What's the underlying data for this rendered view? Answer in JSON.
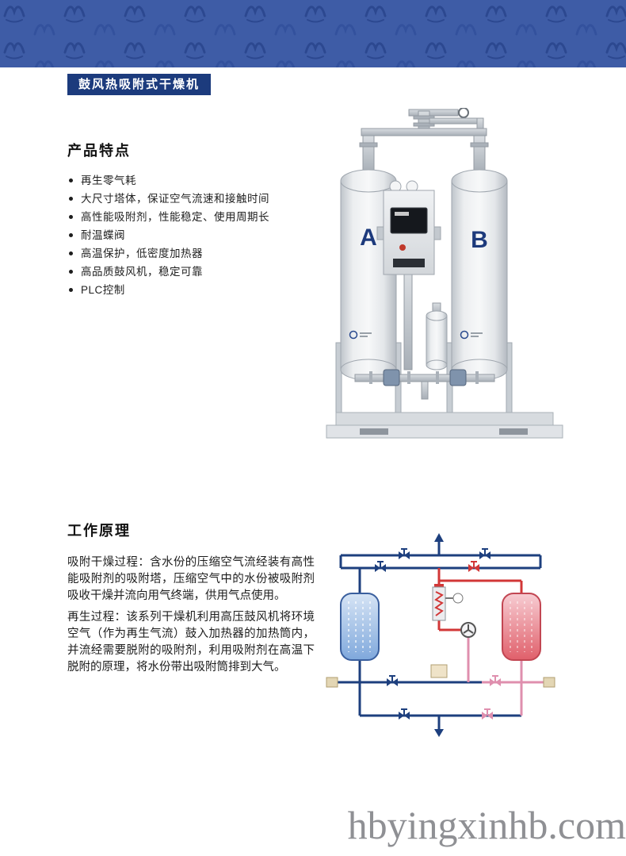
{
  "header": {
    "badge": "鼓风热吸附式干燥机"
  },
  "banner": {
    "brand_color": "#3e5ca6",
    "pattern_color": "#2c4890"
  },
  "features": {
    "heading": "产品特点",
    "items": [
      "再生零气耗",
      "大尺寸塔体，保证空气流速和接触时间",
      "高性能吸附剂，性能稳定、使用周期长",
      "耐温蝶阀",
      "高温保护，低密度加热器",
      "高品质鼓风机，稳定可靠",
      "PLC控制"
    ]
  },
  "product": {
    "tower_a_label": "A",
    "tower_b_label": "B"
  },
  "principle": {
    "heading": "工作原理",
    "paragraphs": [
      "吸附干燥过程：含水份的压缩空气流经装有高性能吸附剂的吸附塔，压缩空气中的水份被吸附剂吸收干燥并流向用气终端，供用气点使用。",
      "再生过程：该系列干燥机利用高压鼓风机将环境空气（作为再生气流）鼓入加热器的加热筒内，并流经需要脱附的吸附剂，利用吸附剂在高温下脱附的原理，将水份带出吸附筒排到大气。"
    ]
  },
  "footer": {
    "watermark": "hbyingxinhb.com"
  },
  "colors": {
    "navy_pipe": "#1d3f7e",
    "red_pipe": "#d23737",
    "pink_pipe": "#df8fae",
    "badge_bg": "#1c3b7d"
  }
}
